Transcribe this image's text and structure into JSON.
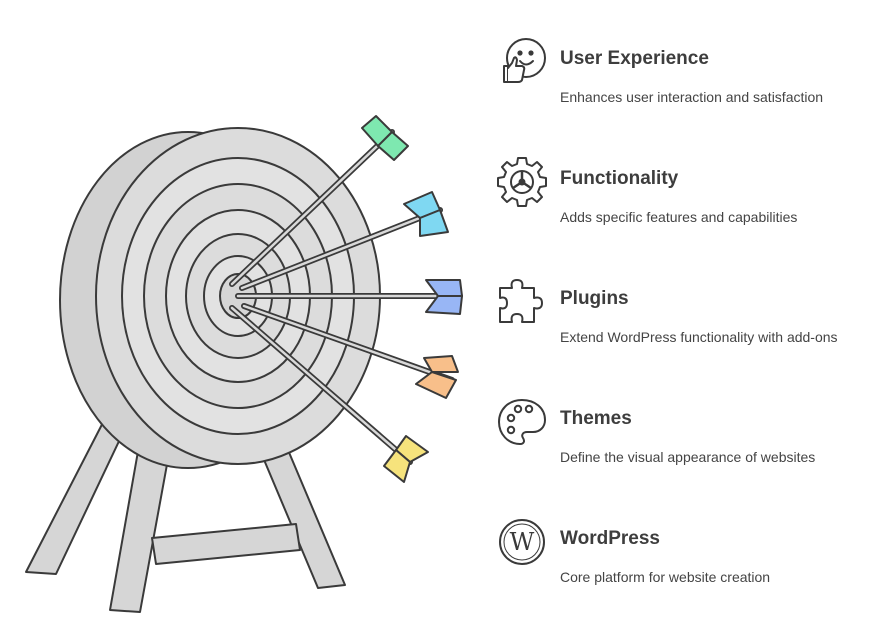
{
  "items": [
    {
      "title": "User Experience",
      "description": "Enhances user interaction and satisfaction",
      "icon": "thumbs-up-smiley-icon"
    },
    {
      "title": "Functionality",
      "description": "Adds specific features and capabilities",
      "icon": "gear-icon"
    },
    {
      "title": "Plugins",
      "description": "Extend WordPress functionality with add-ons",
      "icon": "puzzle-piece-icon"
    },
    {
      "title": "Themes",
      "description": "Define the visual appearance of websites",
      "icon": "paint-palette-icon"
    },
    {
      "title": "WordPress",
      "description": "Core platform for website creation",
      "icon": "wordpress-logo-icon"
    }
  ],
  "wordpress_logo_letter": "W",
  "colors": {
    "target_fill": "#d9d9d9",
    "target_light": "#e6e6e6",
    "outline": "#3a3a3a",
    "arrow_green": "#7ee8b0",
    "arrow_cyan": "#7fd8f2",
    "arrow_blue": "#98b6f5",
    "arrow_orange": "#f8bf8a",
    "arrow_yellow": "#f6e37c",
    "text_title": "#3d3d3d",
    "text_desc": "#444444"
  }
}
